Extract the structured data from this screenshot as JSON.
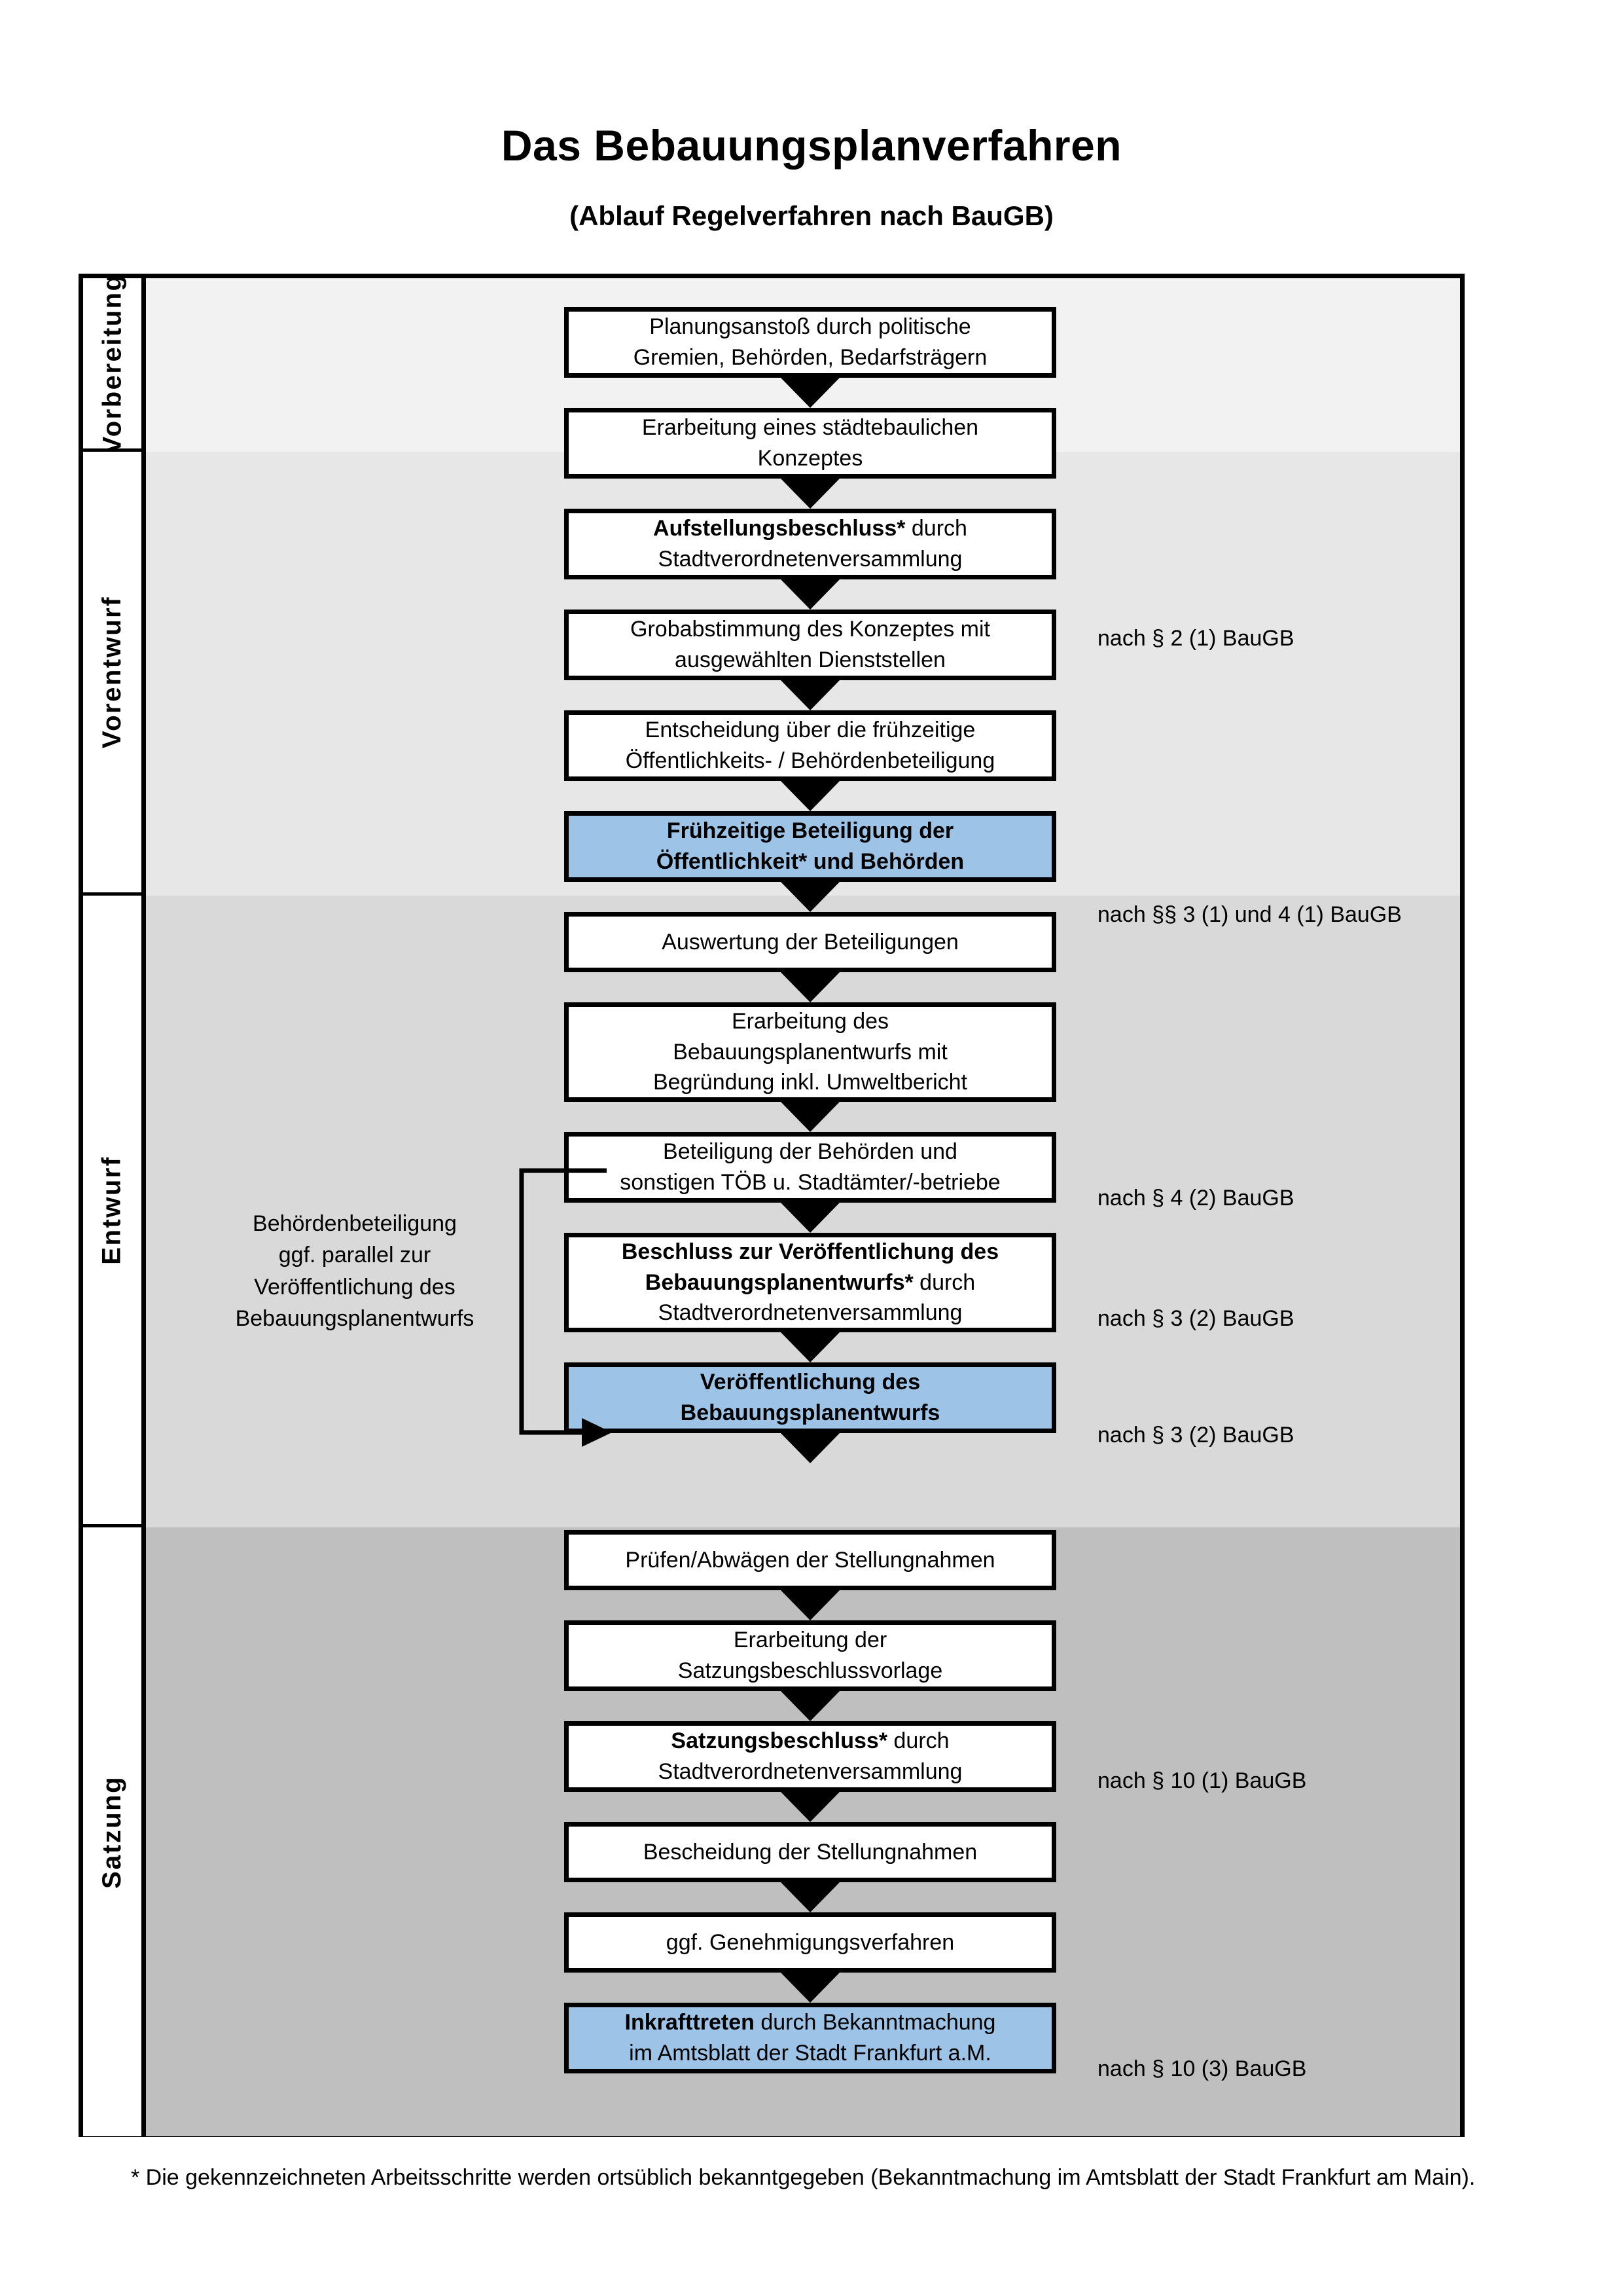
{
  "title": {
    "main": "Das Bebauungsplanverfahren",
    "sub": "(Ablauf Regelverfahren nach BauGB)"
  },
  "phases": [
    {
      "id": "vorbereitung",
      "label": "Vorbereitung",
      "bg": "#f2f2f2"
    },
    {
      "id": "vorentwurf",
      "label": "Vorentwurf",
      "bg": "#e7e7e7"
    },
    {
      "id": "entwurf",
      "label": "Entwurf",
      "bg": "#d9d9d9"
    },
    {
      "id": "satzung",
      "label": "Satzung",
      "bg": "#bfbfbf"
    }
  ],
  "steps": [
    {
      "id": "planungsanstoss",
      "phase": "vorbereitung",
      "highlight": false,
      "line1": "Planungsanstoß durch politische",
      "line2": "Gremien, Behörden, Bedarfsträgern",
      "text": "Planungsanstoß durch politische Gremien, Behörden, Bedarfsträgern"
    },
    {
      "id": "staedtebauliches-konzept",
      "phase": "vorbereitung",
      "highlight": false,
      "line1": "Erarbeitung eines städtebaulichen",
      "line2": "Konzeptes",
      "text": "Erarbeitung eines städtebaulichen Konzeptes"
    },
    {
      "id": "aufstellungsbeschluss",
      "phase": "vorbereitung",
      "highlight": false,
      "bold_prefix": "Aufstellungsbeschluss*",
      "line1_rest": " durch",
      "line2": "Stadtverordnetenversammlung",
      "text": "Aufstellungsbeschluss* durch Stadtverordnetenversammlung"
    },
    {
      "id": "grobabstimmung",
      "phase": "vorentwurf",
      "highlight": false,
      "line1": "Grobabstimmung des Konzeptes mit",
      "line2": "ausgewählten Dienststellen",
      "text": "Grobabstimmung des Konzeptes mit ausgewählten Dienststellen"
    },
    {
      "id": "entscheidung-fruehzeitige",
      "phase": "vorentwurf",
      "highlight": false,
      "line1": "Entscheidung über die frühzeitige",
      "line2": "Öffentlichkeits- / Behördenbeteiligung",
      "text": "Entscheidung über die frühzeitige Öffentlichkeits- / Behördenbeteiligung"
    },
    {
      "id": "fruehzeitige-beteiligung",
      "phase": "vorentwurf",
      "highlight": true,
      "line1": "Frühzeitige Beteiligung der",
      "line2": "Öffentlichkeit* und Behörden",
      "text": "Frühzeitige Beteiligung der Öffentlichkeit* und Behörden"
    },
    {
      "id": "auswertung-beteiligungen",
      "phase": "entwurf",
      "highlight": false,
      "line1": "Auswertung der Beteiligungen",
      "text": "Auswertung der Beteiligungen"
    },
    {
      "id": "erarbeitung-entwurf",
      "phase": "entwurf",
      "highlight": false,
      "line1": "Erarbeitung des",
      "line2": "Bebauungsplanentwurfs mit",
      "line3": "Begründung inkl. Umweltbericht",
      "text": "Erarbeitung des Bebauungsplanentwurfs mit Begründung inkl. Umweltbericht"
    },
    {
      "id": "beteiligung-behoerden",
      "phase": "entwurf",
      "highlight": false,
      "line1": "Beteiligung der Behörden und",
      "line2": "sonstigen TÖB u. Stadtämter/-betriebe",
      "text": "Beteiligung der Behörden und sonstigen TÖB u. Stadtämter/-betriebe"
    },
    {
      "id": "beschluss-veroeffentlichung",
      "phase": "entwurf",
      "highlight": false,
      "bold_line1": "Beschluss zur Veröffentlichung des",
      "bold_prefix": "Bebauungsplanentwurfs*",
      "line2_rest": " durch",
      "line3": "Stadtverordnetenversammlung",
      "text": "Beschluss zur Veröffentlichung des Bebauungsplanentwurfs* durch Stadtverordnetenversammlung"
    },
    {
      "id": "veroeffentlichung-entwurf",
      "phase": "entwurf",
      "highlight": true,
      "line1": "Veröffentlichung des",
      "line2": "Bebauungsplanentwurfs",
      "text": "Veröffentlichung des Bebauungsplanentwurfs"
    },
    {
      "id": "pruefen-abwaegen",
      "phase": "satzung",
      "highlight": false,
      "line1": "Prüfen/Abwägen der Stellungnahmen",
      "text": "Prüfen/Abwägen der Stellungnahmen"
    },
    {
      "id": "satzungsbeschlussvorlage",
      "phase": "satzung",
      "highlight": false,
      "line1": "Erarbeitung der",
      "line2": "Satzungsbeschlussvorlage",
      "text": "Erarbeitung der Satzungsbeschlussvorlage"
    },
    {
      "id": "satzungsbeschluss",
      "phase": "satzung",
      "highlight": false,
      "bold_prefix": "Satzungsbeschluss*",
      "line1_rest": " durch",
      "line2": "Stadtverordnetenversammlung",
      "text": "Satzungsbeschluss* durch Stadtverordnetenversammlung"
    },
    {
      "id": "bescheidung-stellungnahmen",
      "phase": "satzung",
      "highlight": false,
      "line1": "Bescheidung der Stellungnahmen",
      "text": "Bescheidung der Stellungnahmen"
    },
    {
      "id": "genehmigungsverfahren",
      "phase": "satzung",
      "highlight": false,
      "line1": "ggf. Genehmigungsverfahren",
      "text": "ggf. Genehmigungsverfahren"
    },
    {
      "id": "inkrafttreten",
      "phase": "satzung",
      "highlight": true,
      "bold_prefix": "Inkrafttreten",
      "line1_rest": " durch Bekanntmachung",
      "line2": "im Amtsblatt der Stadt Frankfurt a.M.",
      "text": "Inkrafttreten durch Bekanntmachung im Amtsblatt der Stadt Frankfurt a.M."
    }
  ],
  "legal_notes": [
    {
      "id": "note-par2",
      "text": "nach § 2 (1) BauGB",
      "for": "aufstellungsbeschluss"
    },
    {
      "id": "note-par3-1-4-1",
      "text": "nach §§ 3 (1) und 4 (1) BauGB",
      "for": "fruehzeitige-beteiligung"
    },
    {
      "id": "note-par4-2",
      "text": "nach § 4 (2) BauGB",
      "for": "beteiligung-behoerden"
    },
    {
      "id": "note-par3-2-beschluss",
      "text": "nach § 3 (2) BauGB",
      "for": "beschluss-veroeffentlichung"
    },
    {
      "id": "note-par3-2-veroeff",
      "text": "nach § 3 (2) BauGB",
      "for": "veroeffentlichung-entwurf"
    },
    {
      "id": "note-par10-1",
      "text": "nach § 10 (1) BauGB",
      "for": "satzungsbeschluss"
    },
    {
      "id": "note-par10-3",
      "text": "nach § 10 (3) BauGB",
      "for": "inkrafttreten"
    }
  ],
  "parallel_note": {
    "line1": "Behördenbeteiligung",
    "line2": "ggf. parallel zur",
    "line3": "Veröffentlichung des",
    "line4": "Bebauungsplanentwurfs",
    "text": "Behördenbeteiligung ggf. parallel zur Veröffentlichung des Bebauungsplanentwurfs"
  },
  "footnote": {
    "text": "* Die gekennzeichneten Arbeitsschritte werden ortsüblich bekanntgegeben (Bekanntmachung im Amtsblatt  der Stadt Frankfurt am Main)."
  },
  "colors": {
    "highlight_blue": "#9dc3e6",
    "band1": "#f2f2f2",
    "band2": "#e7e7e7",
    "band3": "#d9d9d9",
    "band4": "#bfbfbf",
    "border": "#000000"
  }
}
